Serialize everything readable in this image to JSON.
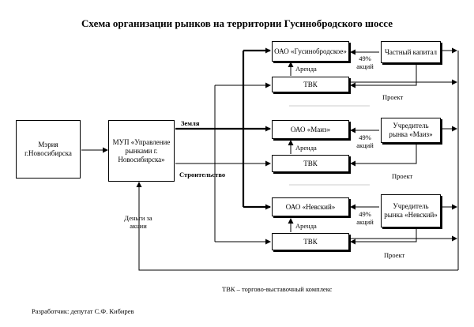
{
  "title": "Схема организации рынков на территории Гусинобродского шоссе",
  "nodes": {
    "meria": "Мэрия г.Новосибирска",
    "mup": "МУП «Управление рынками г. Новосибирска»",
    "oao1": "ОАО «Гусинобродское»",
    "tvk1": "ТВК",
    "cap1": "Частный капитал",
    "oao2": "ОАО «Маиз»",
    "tvk2": "ТВК",
    "cap2": "Учредитель рынка «Маиз»",
    "oao3": "ОАО «Невский»",
    "tvk3": "ТВК",
    "cap3": "Учредитель рынка «Невский»"
  },
  "labels": {
    "zemlya": "Земля",
    "stroitelstvo": "Строительство",
    "dengi": "Деньги за акции",
    "arenda1": "Аренда",
    "arenda2": "Аренда",
    "arenda3": "Аренда",
    "share1": "49% акций",
    "share2": "49% акций",
    "share3": "49% акций",
    "proekt1": "Проект",
    "proekt2": "Проект",
    "proekt3": "Проект"
  },
  "legend": "ТВК – торгово-выставочный комплекс",
  "author": "Разработчик: депутат С.Ф. Кибирев"
}
